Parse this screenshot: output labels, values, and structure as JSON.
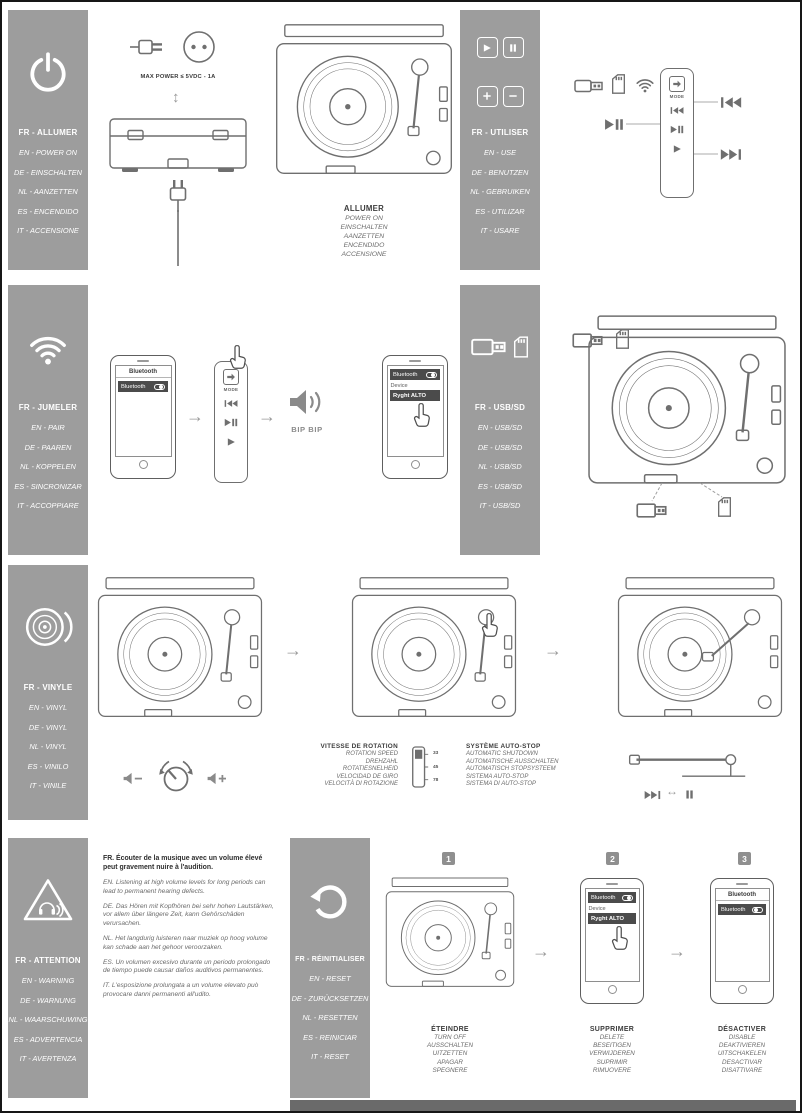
{
  "power": {
    "title": "FR - ALLUMER",
    "labels": [
      "EN - POWER ON",
      "DE - EINSCHALTEN",
      "NL - AANZETTEN",
      "ES - ENCENDIDO",
      "IT - ACCENSIONE"
    ],
    "max_power": "MAX POWER ≤ 5VDC - 1A",
    "caption_title": "ALLUMER",
    "caption": [
      "POWER ON",
      "EINSCHALTEN",
      "AANZETTEN",
      "ENCENDIDO",
      "ACCENSIONE"
    ]
  },
  "use": {
    "title": "FR - UTILISER",
    "labels": [
      "EN - USE",
      "DE - BENUTZEN",
      "NL - GEBRUIKEN",
      "ES - UTILIZAR",
      "IT - USARE"
    ],
    "mode": "MODE"
  },
  "pair": {
    "title": "FR - JUMELER",
    "labels": [
      "EN - PAIR",
      "DE - PAAREN",
      "NL - KOPPELEN",
      "ES - SINCRONIZAR",
      "IT - ACCOPPIARE"
    ],
    "mode": "MODE",
    "beep": "BIP BIP",
    "phone1": {
      "header": "Bluetooth",
      "bluetooth": "Bluetooth"
    },
    "phone2": {
      "bluetooth": "Bluetooth",
      "device_label": "Device",
      "device_name": "Ryght ALTO"
    }
  },
  "usbsd": {
    "title": "FR - USB/SD",
    "labels": [
      "EN - USB/SD",
      "DE - USB/SD",
      "NL - USB/SD",
      "ES - USB/SD",
      "IT - USB/SD"
    ]
  },
  "vinyl": {
    "title": "FR - VINYLE",
    "labels": [
      "EN - VINYL",
      "DE - VINYL",
      "NL - VINYL",
      "ES - VINILO",
      "IT - VINILE"
    ],
    "rotation_title": "VITESSE DE ROTATION",
    "rotation_lines": [
      "ROTATION SPEED",
      "DREHZAHL",
      "ROTATIESNELHEID",
      "VELOCIDAD DE GIRO",
      "VELOCITÀ DI ROTAZIONE"
    ],
    "speeds": [
      "33",
      "45",
      "78"
    ],
    "autostop_title": "SYSTÈME AUTO-STOP",
    "autostop_lines": [
      "AUTOMATIC SHUTDOWN",
      "AUTOMATISCHE AUSSCHALTEN",
      "AUTOMATISCH STOPSYSTEEM",
      "SISTEMA AUTO-STOP",
      "SISTEMA DI AUTO-STOP"
    ]
  },
  "warning": {
    "title": "FR - ATTENTION",
    "labels": [
      "EN - WARNING",
      "DE - WARNUNG",
      "NL - WAARSCHUWING",
      "ES - ADVERTENCIA",
      "IT - AVERTENZA"
    ],
    "text_fr": "FR. Écouter de la musique avec un volume élevé peut gravement nuire à l'audition.",
    "texts": [
      "EN. Listening at high volume levels for long periods can lead to permanent hearing defects.",
      "DE. Das Hören mit Kopfhören bei sehr hohen Lautstärken, vor allem über längere Zeit, kann Gehörschäden verursachen.",
      "NL. Het langdurig luisteren naar muziek op hoog volume kan schade aan het gehoor veroorzaken.",
      "ES. Un volumen excesivo durante un periodo prolongado de tiempo puede causar daños auditivos permanentes.",
      "IT. L'esposizione prolungata a un volume elevato può provocare danni permanenti all'udito."
    ]
  },
  "reset": {
    "title": "FR - RÉINITIALISER",
    "labels": [
      "EN - RESET",
      "DE - ZURÜCKSETZEN",
      "NL - RESETTEN",
      "ES - REINICIAR",
      "IT - RESET"
    ],
    "steps": [
      {
        "num": "1",
        "title": "ÉTEINDRE",
        "lines": [
          "TURN OFF",
          "AUSSCHALTEN",
          "UITZETTEN",
          "APAGAR",
          "SPEGNERE"
        ]
      },
      {
        "num": "2",
        "title": "SUPPRIMER",
        "lines": [
          "DELETE",
          "BESEITIGEN",
          "VERWIJDEREN",
          "SUPRIMIR",
          "RIMUOVERE"
        ]
      },
      {
        "num": "3",
        "title": "DÉSACTIVER",
        "lines": [
          "DISABLE",
          "DEAKTIVIEREN",
          "UITSCHAKELEN",
          "DESACTIVAR",
          "DISATTIVARE"
        ]
      }
    ],
    "phone_delete": {
      "bluetooth": "Bluetooth",
      "device_label": "Device",
      "device_name": "Ryght ALTO"
    },
    "phone_disable": {
      "header": "Bluetooth",
      "bluetooth": "Bluetooth"
    }
  }
}
